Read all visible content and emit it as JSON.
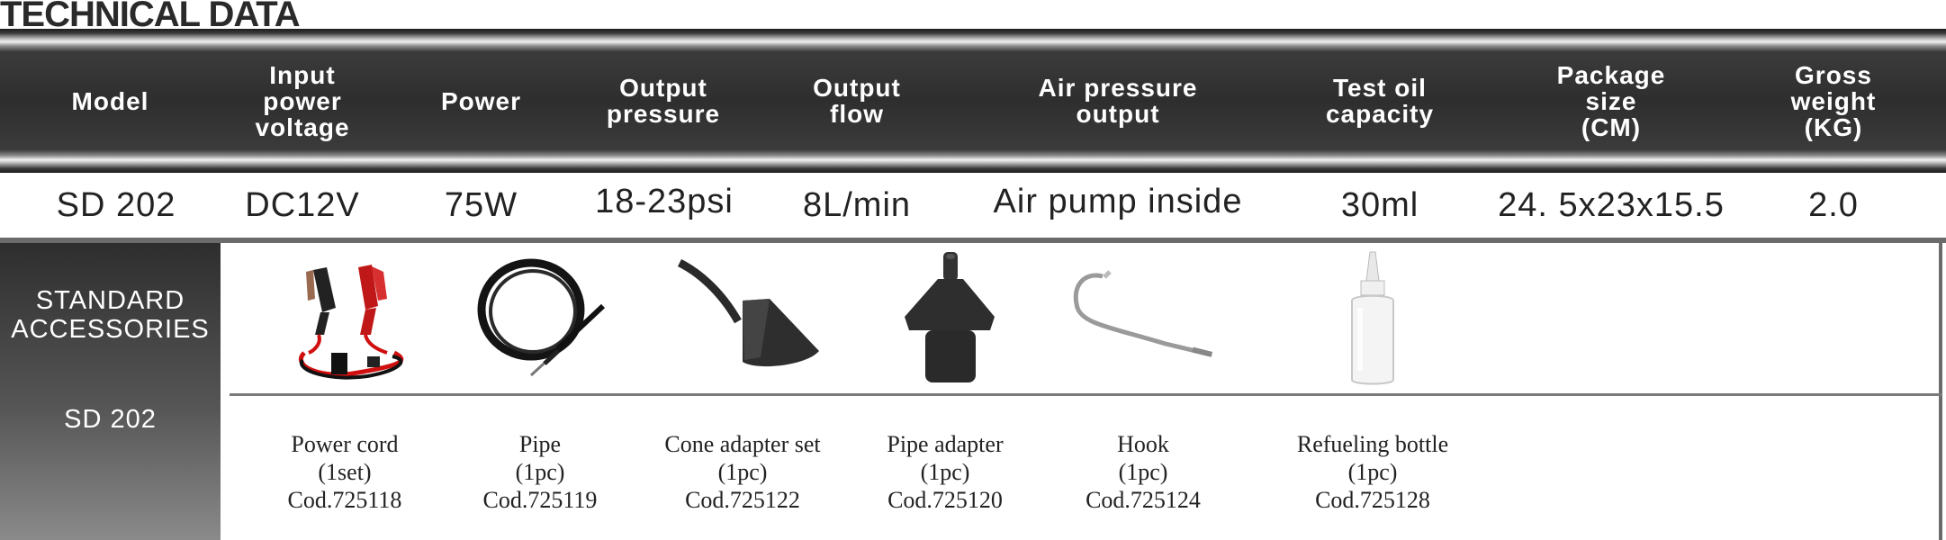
{
  "title": "TECHNICAL DATA",
  "headers": {
    "model": "Model",
    "input_voltage": "Input\npower\nvoltage",
    "power": "Power",
    "output_pressure": "Output\npressure",
    "output_flow": "Output\nflow",
    "air_pressure_output": "Air pressure\noutput",
    "test_oil_capacity": "Test oil\ncapacity",
    "package_size": "Package\nsize\n(CM)",
    "gross_weight": "Gross\nweight\n(KG)"
  },
  "values": {
    "model": "SD 202",
    "input_voltage": "DC12V",
    "power": "75W",
    "output_pressure": "18-23psi",
    "output_flow": "8L/min",
    "air_pressure_output": "Air pump inside",
    "test_oil_capacity": "30ml",
    "package_size": "24. 5x23x15.5",
    "gross_weight": "2.0"
  },
  "accessories": {
    "section_label_1": "STANDARD",
    "section_label_2": "ACCESSORIES",
    "model": "SD 202",
    "items": [
      {
        "icon": "power-cord-clamps-icon",
        "name": "Power cord",
        "qty": "(1set)",
        "code": "Cod.725118"
      },
      {
        "icon": "pipe-coil-icon",
        "name": "Pipe",
        "qty": "(1pc)",
        "code": "Cod.725119"
      },
      {
        "icon": "cone-adapter-icon",
        "name": "Cone adapter set",
        "qty": "(1pc)",
        "code": "Cod.725122"
      },
      {
        "icon": "pipe-adapter-icon",
        "name": "Pipe  adapter",
        "qty": "(1pc)",
        "code": "Cod.725120"
      },
      {
        "icon": "hook-icon",
        "name": "Hook",
        "qty": "(1pc)",
        "code": "Cod.725124"
      },
      {
        "icon": "refueling-bottle-icon",
        "name": "Refueling bottle",
        "qty": "(1pc)",
        "code": "Cod.725128"
      }
    ]
  }
}
